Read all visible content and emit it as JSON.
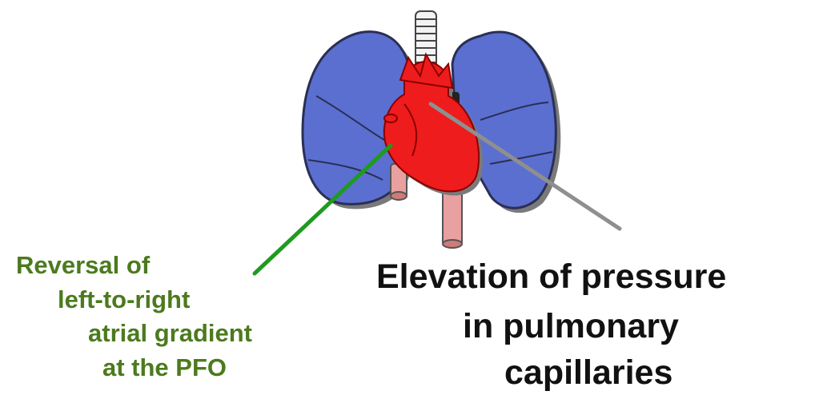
{
  "annotations": {
    "pfo_reversal": {
      "lines": [
        "Reversal of",
        "left-to-right",
        "atrial gradient",
        "at the PFO"
      ],
      "color": "#4c7a1e"
    },
    "capillary_pressure": {
      "lines": [
        "Elevation of pressure",
        "in pulmonary",
        "capillaries"
      ],
      "color": "#111111"
    }
  },
  "colors": {
    "lung": "#5b6fd0",
    "lung_outline": "#2a2f55",
    "heart": "#ee1c1c",
    "vessel": "#e8a0a0",
    "green_pointer": "#1f9a1f",
    "gray_pointer": "#8f8f8f"
  }
}
